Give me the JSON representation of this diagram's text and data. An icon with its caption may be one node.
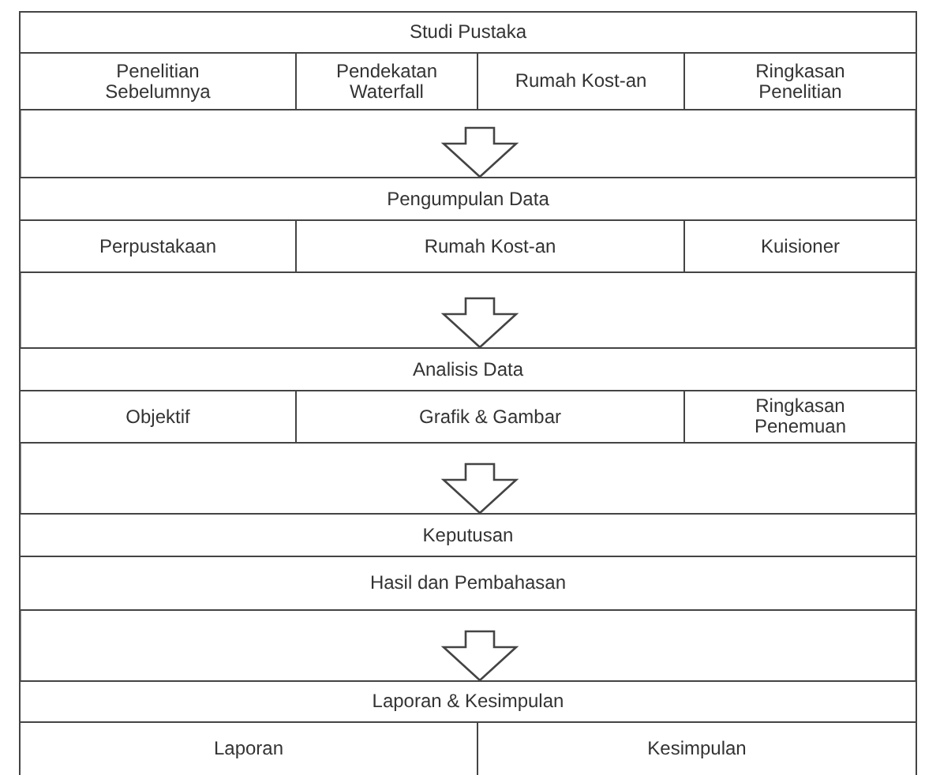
{
  "diagram": {
    "nodes": [
      {
        "text": [
          "Studi Pustaka"
        ]
      },
      {
        "text": [
          "Penelitian Sebelumnya"
        ]
      },
      {
        "text": [
          "Pendekatan Waterfall"
        ]
      },
      {
        "text": [
          "Rumah Kost-an"
        ]
      },
      {
        "text": [
          "Ringkasan Penelitian"
        ]
      },
      {
        "text": [
          "Pengumpulan Data"
        ]
      },
      {
        "text": [
          "Perpustakaan"
        ]
      },
      {
        "text": [
          "Rumah Kost-an"
        ]
      },
      {
        "text": [
          "Kuisioner"
        ]
      },
      {
        "text": [
          "Analisis Data"
        ]
      },
      {
        "text": [
          "Objektif"
        ]
      },
      {
        "text": [
          "Grafik & Gambar"
        ]
      },
      {
        "text": [
          "Ringkasan Penemuan"
        ]
      },
      {
        "text": [
          "Keputusan"
        ]
      },
      {
        "text": [
          "Hasil dan Pembahasan"
        ]
      },
      {
        "text": [
          "Laporan & Kesimpulan"
        ]
      },
      {
        "text": [
          "Laporan"
        ]
      },
      {
        "text": [
          "Kesimpulan"
        ]
      }
    ],
    "edges": [
      {
        "from": null,
        "to": 5,
        "arrow": "to"
      },
      {
        "from": null,
        "to": 9,
        "arrow": "to"
      },
      {
        "from": null,
        "to": 13,
        "arrow": "to"
      },
      {
        "from": null,
        "to": 15,
        "arrow": "to"
      }
    ]
  }
}
